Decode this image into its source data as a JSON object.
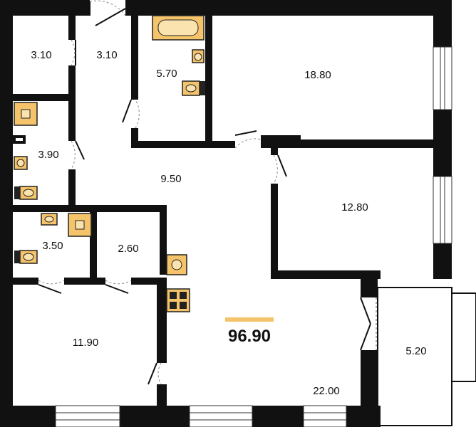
{
  "plan": {
    "total_area": "96.90",
    "accent_color": "#f5c46a",
    "rooms": [
      {
        "id": "storage-top-left",
        "area": "3.10"
      },
      {
        "id": "corridor-top",
        "area": "3.10"
      },
      {
        "id": "bathroom",
        "area": "5.70"
      },
      {
        "id": "bedroom-large",
        "area": "18.80"
      },
      {
        "id": "bathroom-small",
        "area": "3.90"
      },
      {
        "id": "hall",
        "area": "9.50"
      },
      {
        "id": "bedroom-right",
        "area": "12.80"
      },
      {
        "id": "wc",
        "area": "3.50"
      },
      {
        "id": "storage-small",
        "area": "2.60"
      },
      {
        "id": "bedroom-left",
        "area": "11.90"
      },
      {
        "id": "living-kitchen",
        "area": "22.00"
      },
      {
        "id": "balcony",
        "area": "5.20"
      }
    ]
  }
}
